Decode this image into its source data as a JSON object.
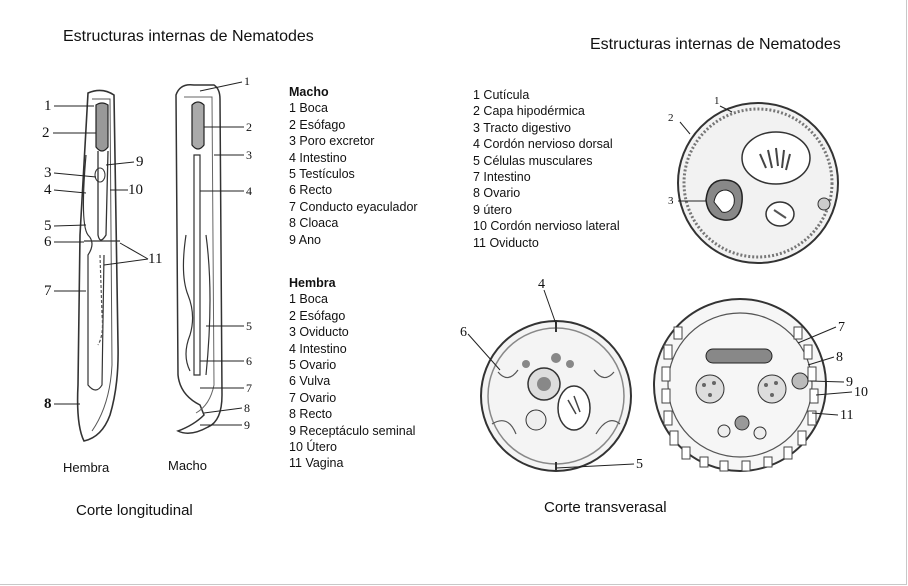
{
  "titles": {
    "left": "Estructuras internas de Nematodes",
    "right": "Estructuras internas de Nematodes"
  },
  "captions": {
    "longitudinal": "Corte longitudinal",
    "transversal": "Corte transverasal",
    "hembra": "Hembra",
    "macho": "Macho"
  },
  "macho_legend": {
    "title": "Macho",
    "items": [
      "1 Boca",
      "2 Esófago",
      "3 Poro excretor",
      "4 Intestino",
      "5 Testículos",
      "6 Recto",
      "7 Conducto eyaculador",
      "8 Cloaca",
      "9 Ano"
    ]
  },
  "hembra_legend": {
    "title": "Hembra",
    "items": [
      "1 Boca",
      "2 Esófago",
      "3 Oviducto",
      "4 Intestino",
      "5 Ovario",
      "6 Vulva",
      "7 Ovario",
      "8 Recto",
      "9 Receptáculo seminal",
      "10 Útero",
      "11 Vagina"
    ]
  },
  "transversal_legend": {
    "items": [
      "1 Cutícula",
      "2 Capa hipodérmica",
      "3 Tracto digestivo",
      "4 Cordón nervioso dorsal",
      "5 Células musculares",
      "7 Intestino",
      "8 Ovario",
      "9 útero",
      "10 Cordón nervioso  lateral",
      "11 Oviducto"
    ]
  },
  "labels": {
    "hembra_fig": [
      "1",
      "2",
      "3",
      "4",
      "5",
      "6",
      "7",
      "8",
      "9",
      "10",
      "11"
    ],
    "macho_fig": [
      "1",
      "2",
      "3",
      "4",
      "5",
      "6",
      "7",
      "8",
      "9"
    ],
    "section_top": [
      "1",
      "2",
      "3"
    ],
    "section_left": [
      "4",
      "5",
      "6"
    ],
    "section_right": [
      "7",
      "8",
      "9",
      "10",
      "11"
    ]
  }
}
